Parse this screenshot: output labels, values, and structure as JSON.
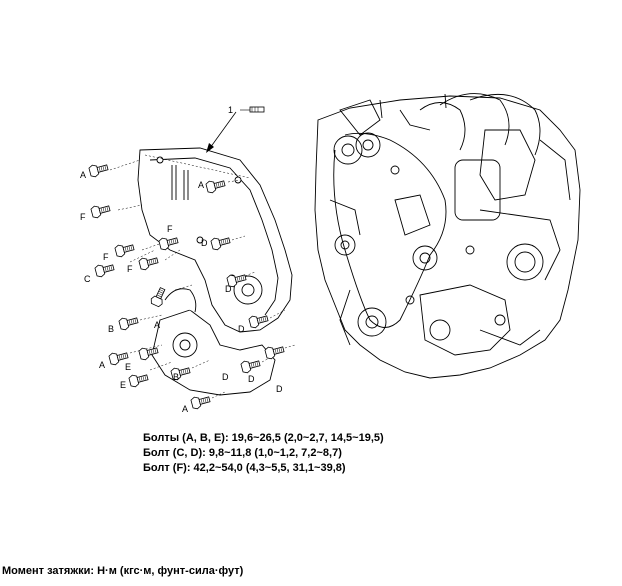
{
  "callouts": {
    "part_number": "1",
    "letters": [
      "A",
      "F",
      "F",
      "C",
      "F",
      "B",
      "A",
      "E",
      "E",
      "A",
      "A",
      "F",
      "D",
      "D",
      "A",
      "D",
      "B",
      "D",
      "D",
      "D"
    ]
  },
  "specs": {
    "line1": "Болты (A, B, E): 19,6~26,5 (2,0~2,7, 14,5~19,5)",
    "line2": "Болт (C, D): 9,8~11,8 (1,0~1,2, 7,2~8,7)",
    "line3": "Болт (F): 42,2~54,0 (4,3~5,5, 31,1~39,8)"
  },
  "torque_unit_note": "Момент затяжки: Н·м (кгс·м, фунт-сила·фут)"
}
